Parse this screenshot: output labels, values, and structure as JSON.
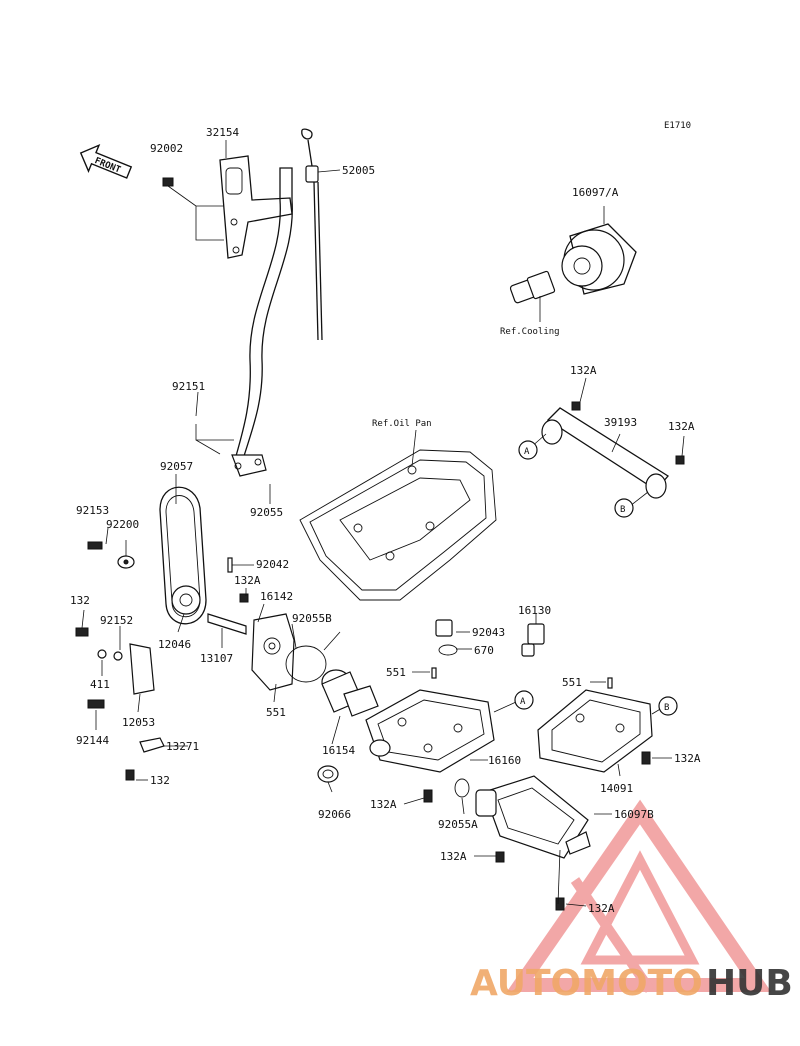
{
  "diagram_id": "E1710",
  "front_label": "FRONT",
  "ref_labels": {
    "cooling": "Ref.Cooling",
    "oil_pan": "Ref.Oil Pan"
  },
  "callouts": {
    "a": "A",
    "b": "B"
  },
  "parts": [
    "32154",
    "92002",
    "52005",
    "16097/A",
    "92151",
    "39193",
    "92057",
    "92153",
    "92200",
    "92055",
    "92042",
    "132A",
    "16142",
    "132",
    "92152",
    "12046",
    "13107",
    "92055B",
    "411",
    "12053",
    "551",
    "92144",
    "13271",
    "16154",
    "92043",
    "16130",
    "670",
    "16160",
    "92066",
    "92055A",
    "14091",
    "16097B"
  ],
  "watermark": {
    "part1": "AUTOMOTO",
    "part2": "HUB",
    "color1": "#f0a868",
    "color2": "#333333",
    "triangle_color": "#e05050"
  }
}
